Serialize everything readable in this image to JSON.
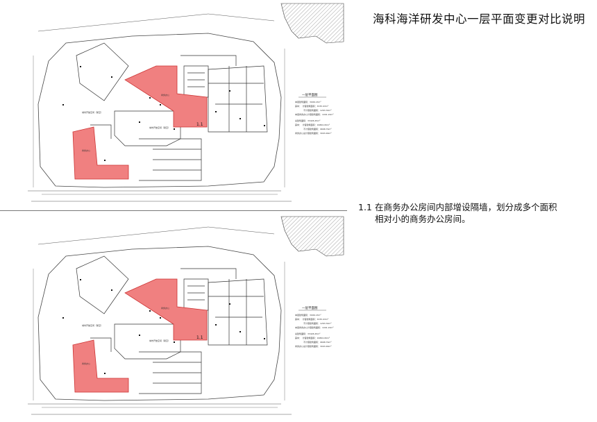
{
  "page": {
    "title": "海科海洋研发中心一层平面变更对比说明"
  },
  "notes": [
    {
      "number": "1.1",
      "line1": "在商务办公房间内部增设隔墙，划分成多个面积",
      "line2": "相对小的商务办公房间。"
    }
  ],
  "colors": {
    "highlight_fill": "#f08080",
    "highlight_stroke": "#cc3333",
    "line": "#333333"
  },
  "plans": [
    {
      "id": "after",
      "legend_title": "一层平面图",
      "legend_lines": [
        "本层建筑面积：3996.13m²",
        "其中：　计容建筑面积：3335.93m²",
        "　　　　不计容建筑面积：1263.32m²",
        "本层商务办公计容建筑面积：1091.22m²",
        "总建筑面积：33426.45m²",
        "其中：　计容建筑面积：19864.06m²",
        "　　　　不计容建筑面积：9668.79m²",
        "商务办公总计容建筑面积：3093.46m²"
      ],
      "labels": {
        "courtyard": "城市开放空间（架空）",
        "plaza": "城市开放空间（架空）",
        "office_a": "商务办公",
        "office_b": "商务办公",
        "section_mark": "1.1"
      }
    },
    {
      "id": "before",
      "legend_title": "一层平面图",
      "legend_lines": [
        "本层建筑面积：3996.13m²",
        "其中：　计容建筑面积：3335.93m²",
        "　　　　不计容建筑面积：1263.32m²",
        "本层商务办公计容建筑面积：1091.22m²",
        "总建筑面积：33426.45m²",
        "其中：　计容建筑面积：19864.06m²",
        "　　　　不计容建筑面积：9668.79m²",
        "商务办公总计容建筑面积：3093.46m²"
      ],
      "labels": {
        "courtyard": "城市开放空间（架空）",
        "plaza": "城市开放空间（架空）",
        "office_a": "商务办公",
        "office_b": "商务办公",
        "section_mark": "1.1"
      }
    }
  ]
}
